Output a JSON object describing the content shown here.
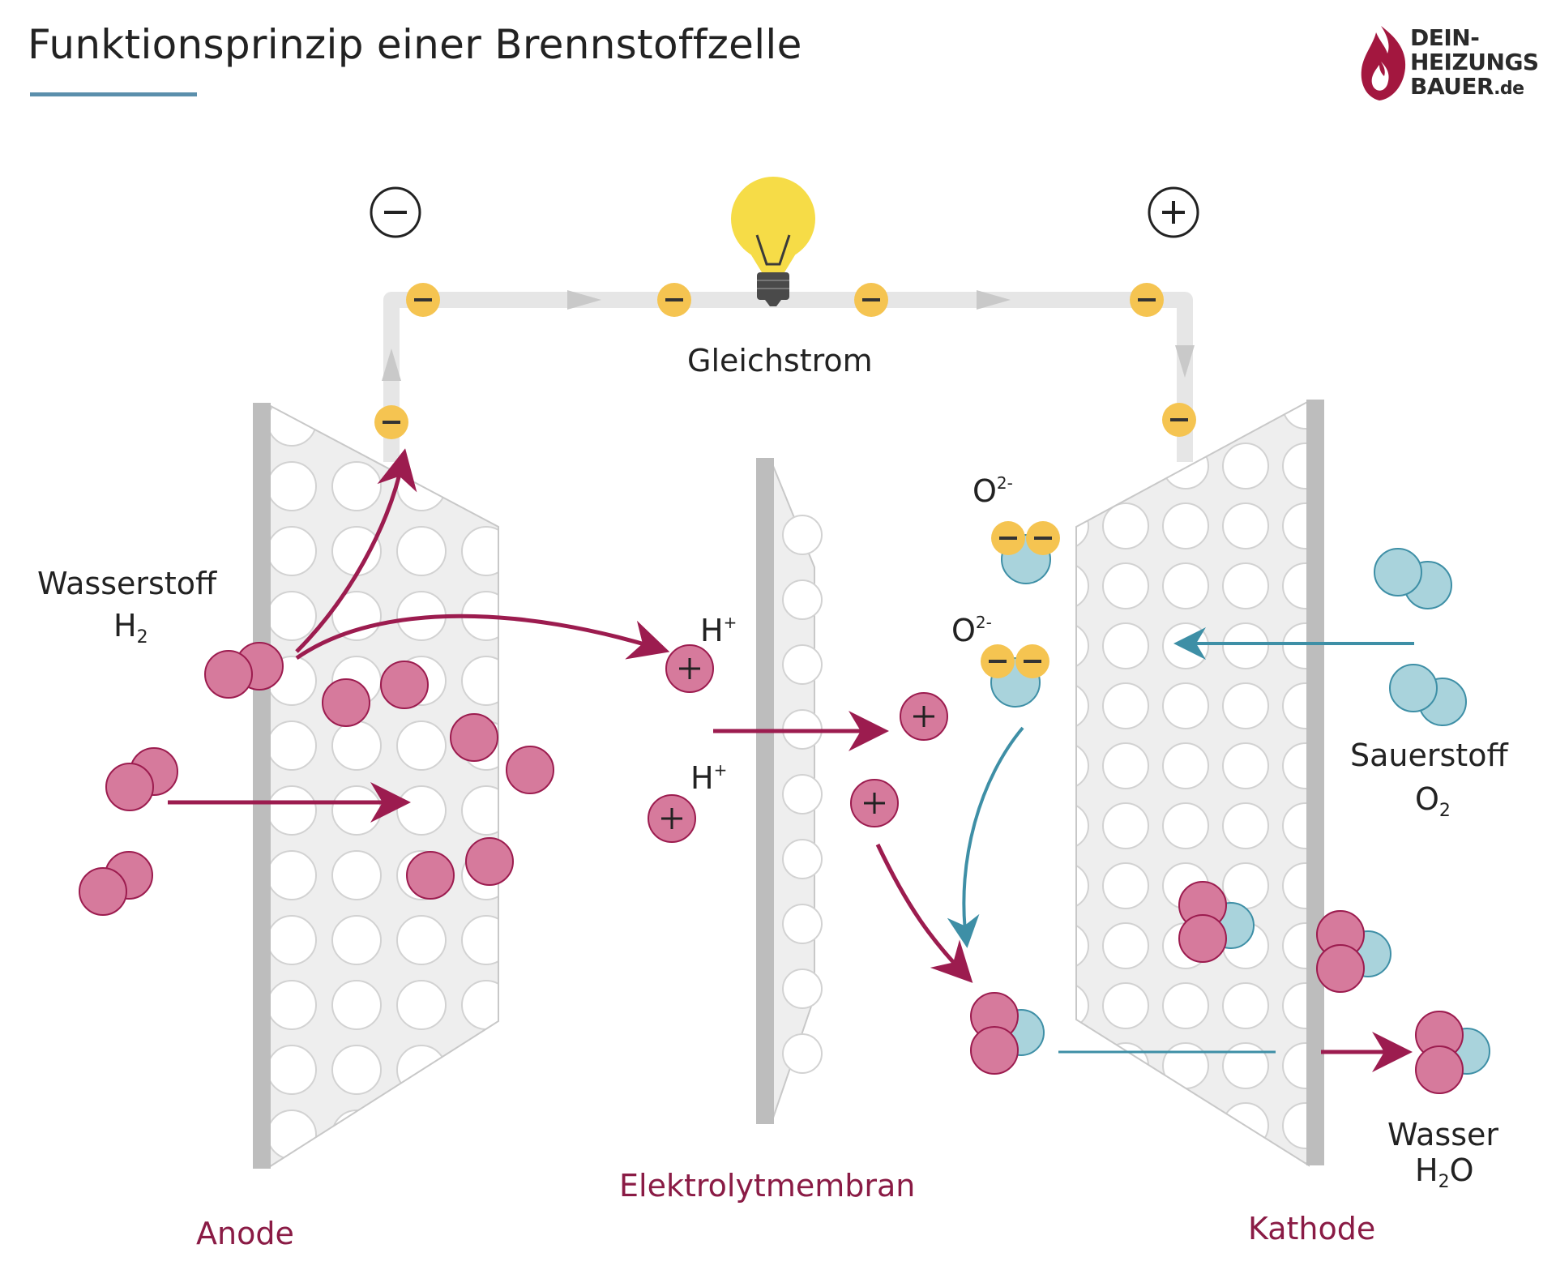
{
  "title": "Funktionsprinzip einer Brennstoffzelle",
  "logo": {
    "line1": "DEIN-",
    "line2": "HEIZUNGS",
    "line3": "BAUER",
    "tld": ".de"
  },
  "labels": {
    "circuit": "Gleichstrom",
    "hydrogen": "Wasserstoff",
    "hydrogen_formula": "H",
    "hydrogen_sub": "2",
    "oxygen": "Sauerstoff",
    "oxygen_formula": "O",
    "oxygen_sub": "2",
    "water": "Wasser",
    "water_formula_h": "H",
    "water_formula_sub": "2",
    "water_formula_o": "O",
    "proton": "H",
    "proton_sup": "+",
    "oxide_ion": "O",
    "oxide_ion_sup": "2-",
    "anode": "Anode",
    "membrane": "Elektrolytmembran",
    "cathode": "Kathode",
    "minus_terminal": "−",
    "plus_terminal": "+"
  },
  "colors": {
    "hydrogen": "#d67a9c",
    "oxygen": "#a9d3dc",
    "electron": "#f5c451",
    "arrow_hydrogen": "#9c1c4f",
    "arrow_oxygen": "#3e8fa6",
    "label_maroon": "#8a1b45",
    "wire": "#e6e6e6",
    "electrode": "#bdbdbd",
    "accent": "#5b8fac"
  },
  "icons": [
    "light-bulb-icon",
    "minus-terminal-icon",
    "plus-terminal-icon",
    "flame-logo-icon"
  ]
}
